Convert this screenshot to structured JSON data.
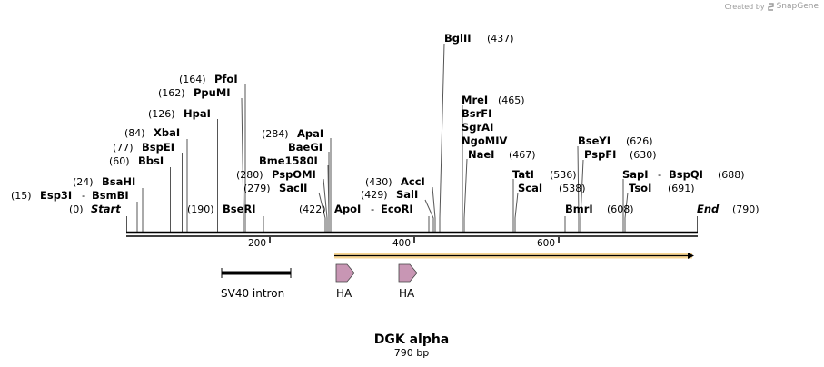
{
  "branding": {
    "created_by": "Created by",
    "app": "SnapGene"
  },
  "map": {
    "title": "DGK alpha",
    "length_label": "790 bp",
    "length": 790,
    "start_label": "Start",
    "end_label": "End",
    "start_pos": "(0)",
    "end_pos": "(790)",
    "ticks": [
      200,
      400,
      600
    ]
  },
  "enzymes": [
    {
      "names": [
        "Esp3I",
        "BsmBI"
      ],
      "pos": 15
    },
    {
      "names": [
        "BsaHI"
      ],
      "pos": 24
    },
    {
      "names": [
        "BbsI"
      ],
      "pos": 60
    },
    {
      "names": [
        "BspEI"
      ],
      "pos": 77
    },
    {
      "names": [
        "XbaI"
      ],
      "pos": 84
    },
    {
      "names": [
        "HpaI"
      ],
      "pos": 126
    },
    {
      "names": [
        "PpuMI"
      ],
      "pos": 162
    },
    {
      "names": [
        "PfoI"
      ],
      "pos": 164
    },
    {
      "names": [
        "BseRI"
      ],
      "pos": 190
    },
    {
      "names": [
        "SacII"
      ],
      "pos": 279
    },
    {
      "names": [
        "PspOMI"
      ],
      "pos": 280
    },
    {
      "names": [
        "Bme1580I"
      ],
      "pos": null
    },
    {
      "names": [
        "BaeGI"
      ],
      "pos": null
    },
    {
      "names": [
        "ApaI"
      ],
      "pos": 284
    },
    {
      "names": [
        "ApoI",
        "EcoRI"
      ],
      "pos": 422
    },
    {
      "names": [
        "SalI"
      ],
      "pos": 429
    },
    {
      "names": [
        "AccI"
      ],
      "pos": 430
    },
    {
      "names": [
        "BglII"
      ],
      "pos": 437
    },
    {
      "names": [
        "MreI",
        "BsrFI",
        "SgrAI",
        "NgoMIV"
      ],
      "pos": 465
    },
    {
      "names": [
        "NaeI"
      ],
      "pos": 467
    },
    {
      "names": [
        "TatI"
      ],
      "pos": 536
    },
    {
      "names": [
        "ScaI"
      ],
      "pos": 538
    },
    {
      "names": [
        "BmrI"
      ],
      "pos": 608
    },
    {
      "names": [
        "BseYI"
      ],
      "pos": 626
    },
    {
      "names": [
        "PspFI"
      ],
      "pos": 630
    },
    {
      "names": [
        "SapI",
        "BspQI"
      ],
      "pos": 688
    },
    {
      "names": [
        "TsoI"
      ],
      "pos": 691
    }
  ],
  "features": [
    {
      "name": "SV40 intron",
      "type": "intron",
      "color": "#000000"
    },
    {
      "name": "HA",
      "type": "tag",
      "color": "#c896b4"
    },
    {
      "name": "HA",
      "type": "tag",
      "color": "#c896b4"
    },
    {
      "name": "",
      "type": "orf",
      "color": "#f0b43c"
    }
  ]
}
